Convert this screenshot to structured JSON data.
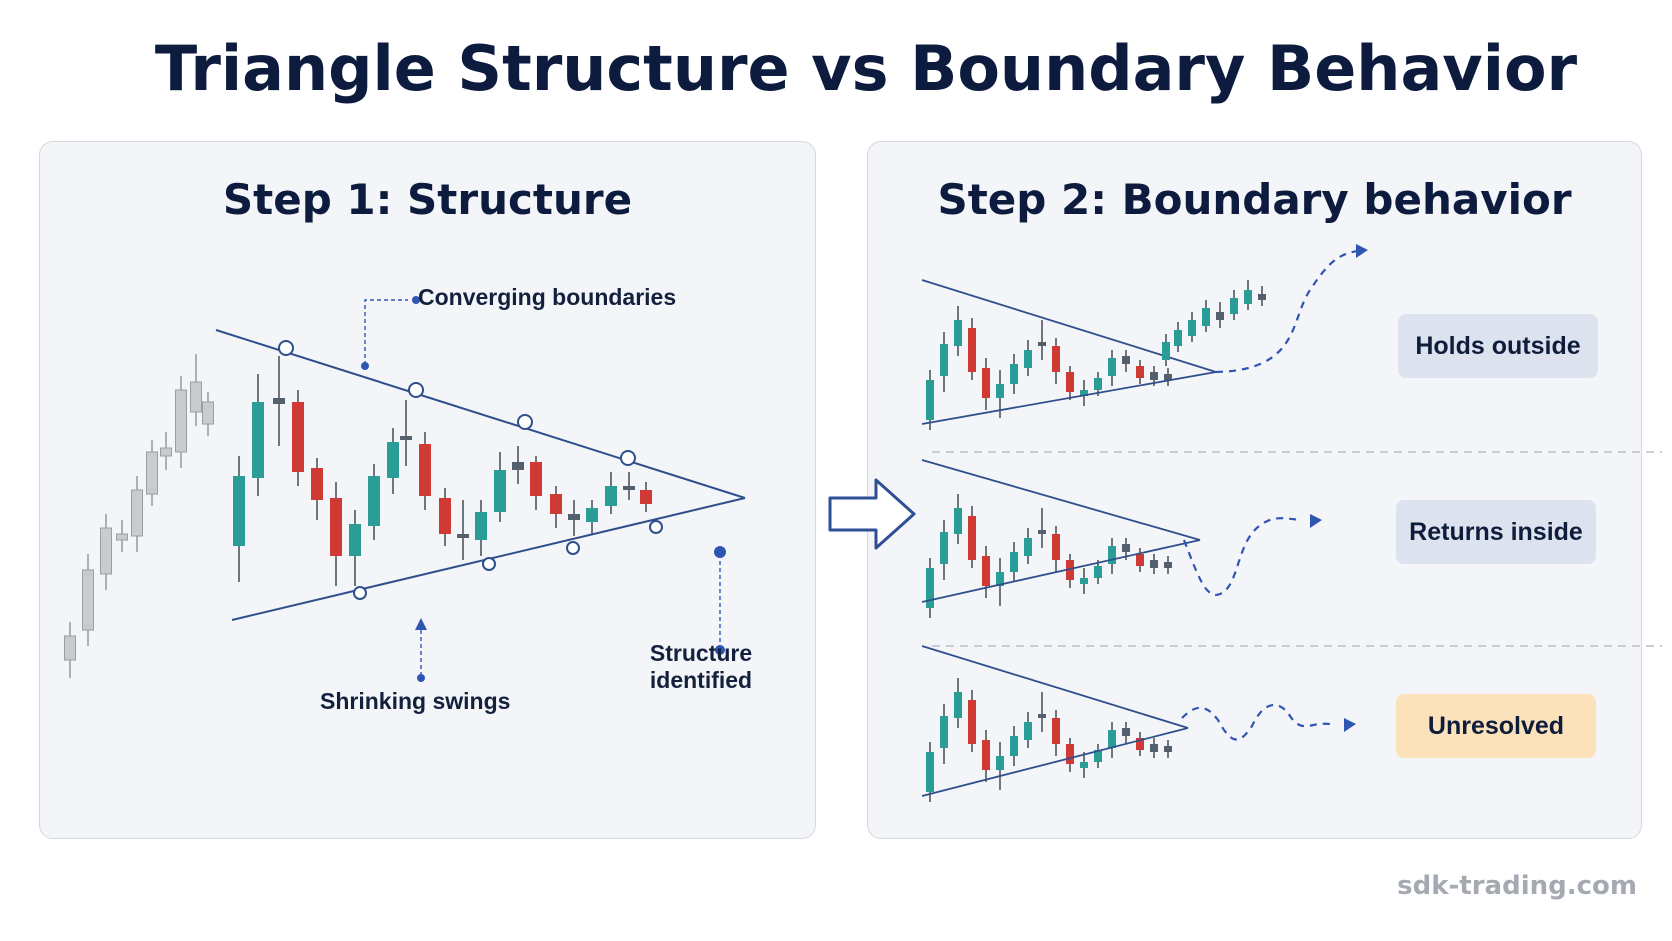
{
  "title": "Triangle Structure vs Boundary Behavior",
  "panels": {
    "structure": {
      "heading": "Step 1: Structure",
      "labels": {
        "converging": "Converging boundaries",
        "shrinking": "Shrinking swings",
        "identified_line1": "Structure",
        "identified_line2": "identified"
      }
    },
    "behavior": {
      "heading": "Step 2: Boundary behavior",
      "outcomes": [
        {
          "label": "Holds outside",
          "color": "#dde3ee"
        },
        {
          "label": "Returns inside",
          "color": "#dde3ee"
        },
        {
          "label": "Unresolved",
          "color": "#fbe2bb"
        }
      ]
    }
  },
  "colors": {
    "bullish": "#2a9d96",
    "bearish": "#cf3b34",
    "neutral": "#c9cbcf",
    "boundary": "#2f4f8c",
    "accent": "#2f55b3"
  },
  "icons": {
    "transition": "arrow-right-icon"
  },
  "footer": "sdk-trading.com"
}
